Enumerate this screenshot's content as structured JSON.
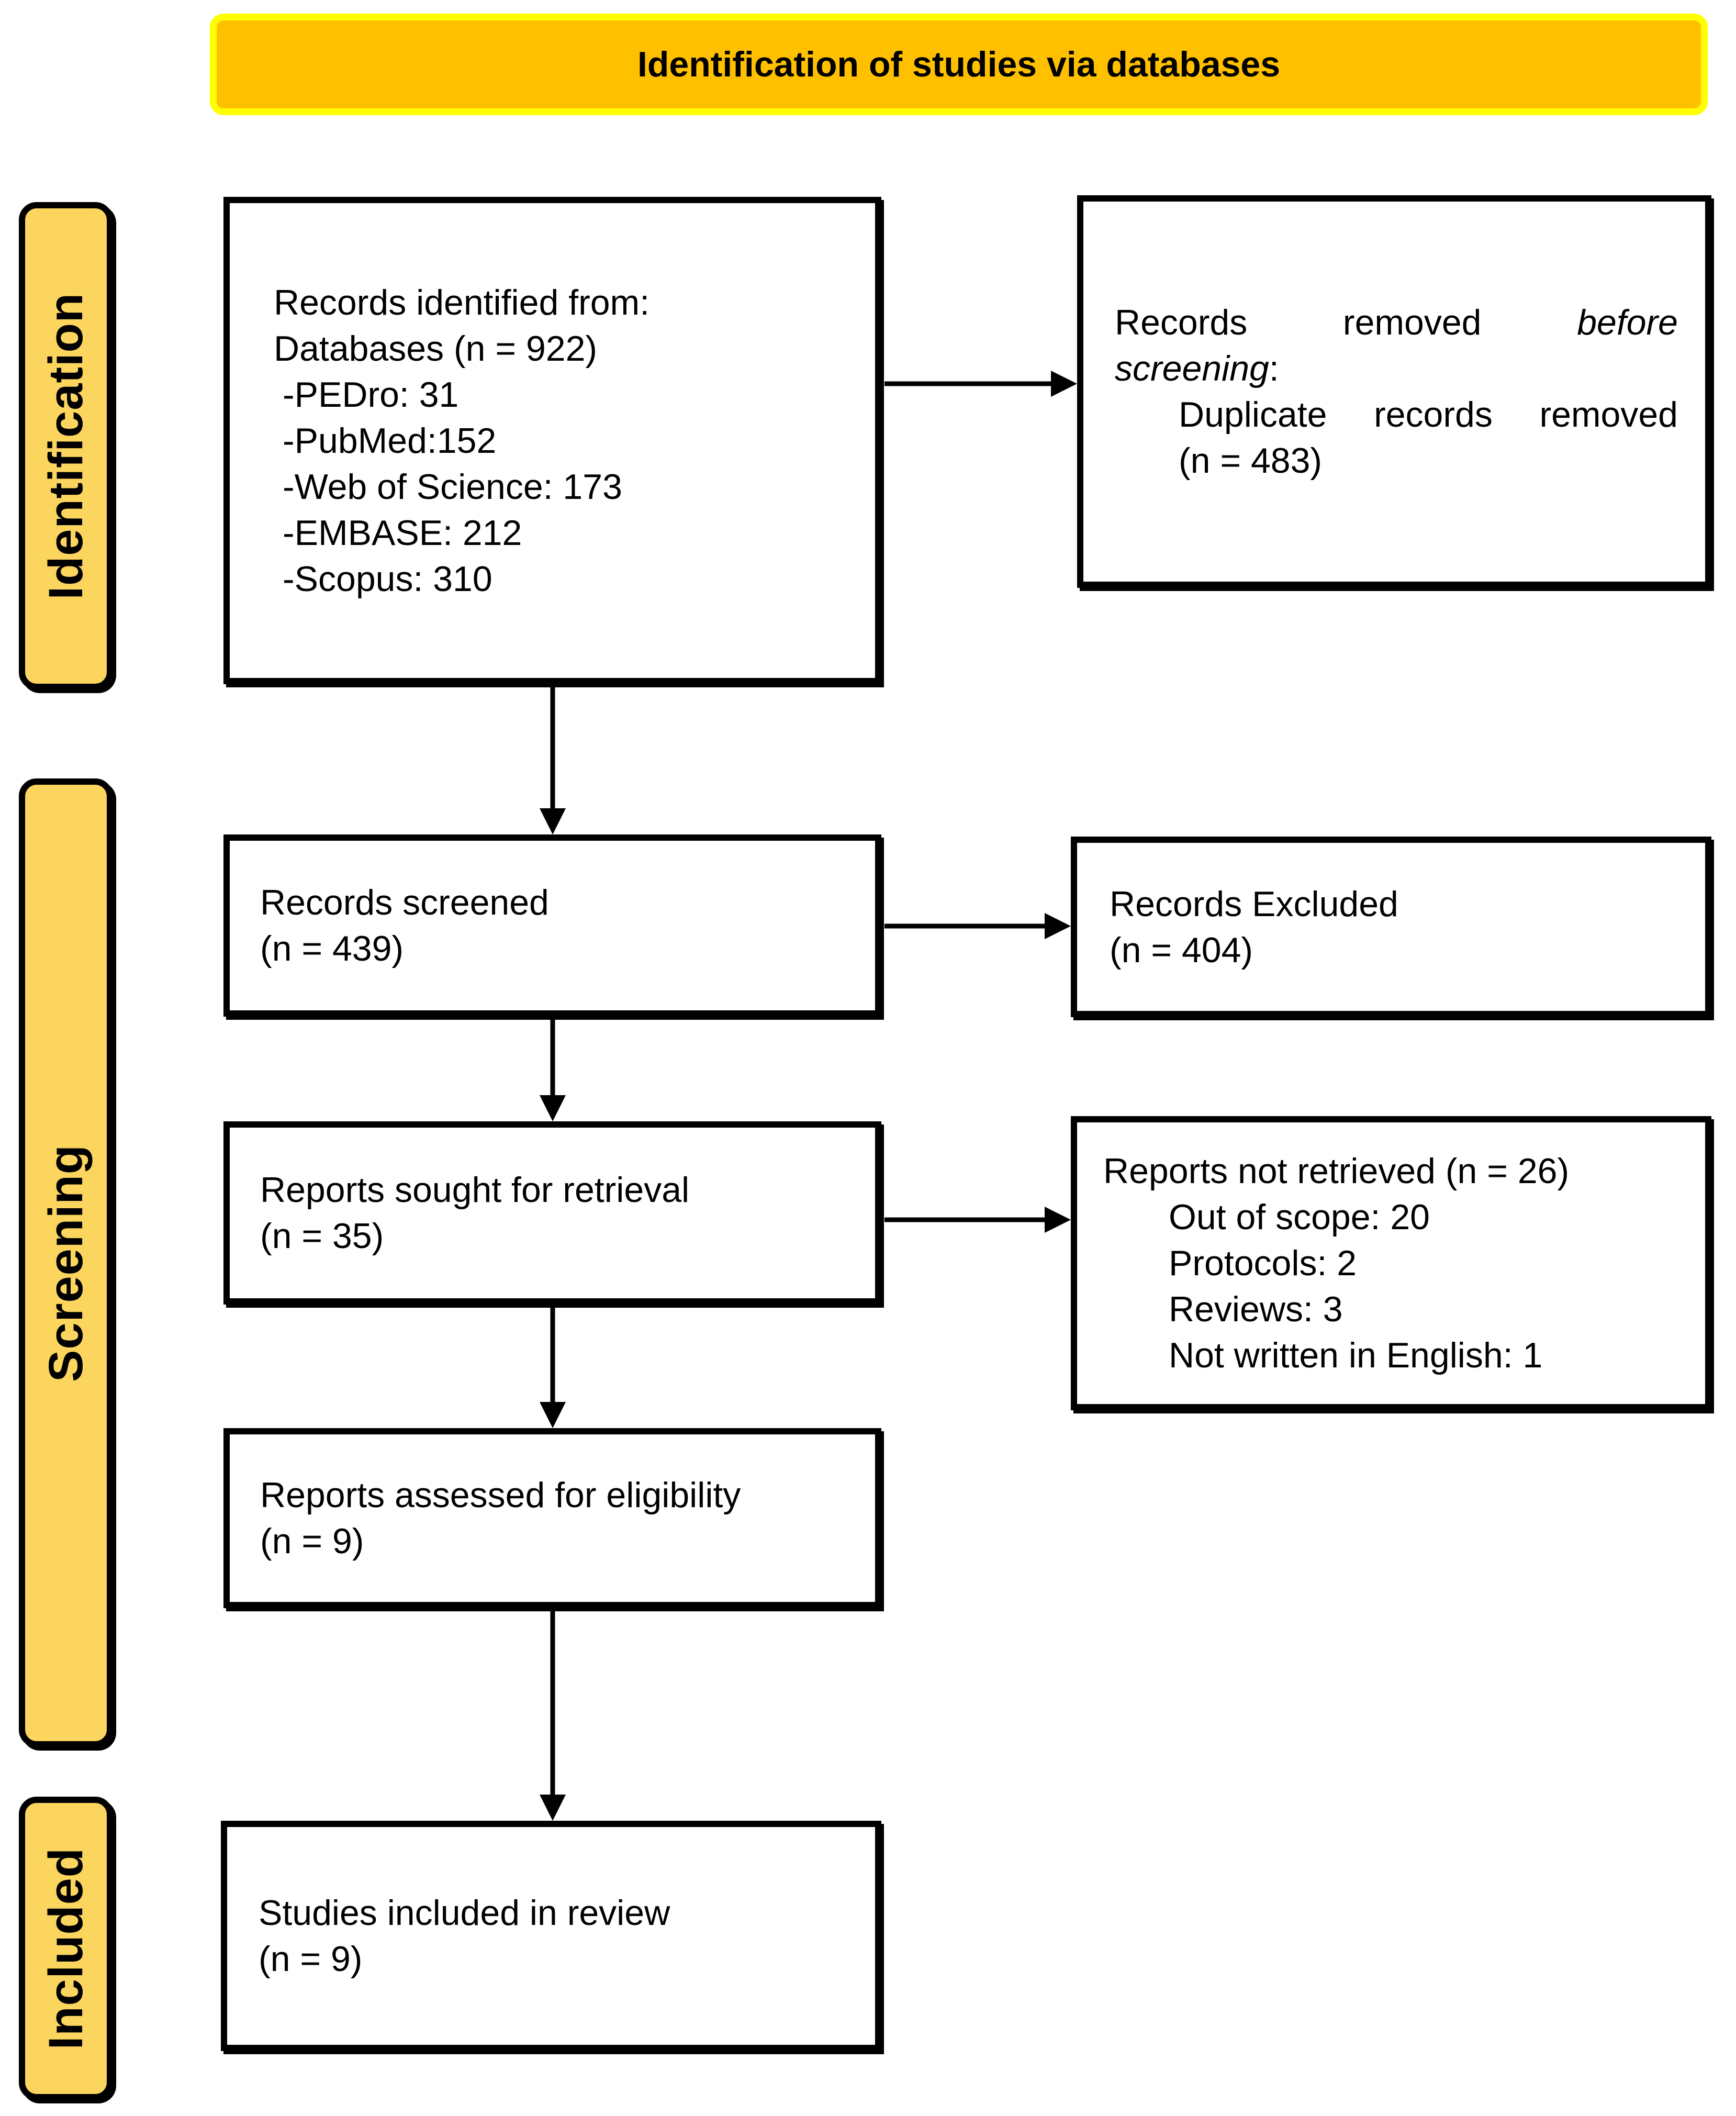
{
  "banner": {
    "title": "Identification of studies via databases"
  },
  "stages": [
    {
      "label": "Identification"
    },
    {
      "label": "Screening"
    },
    {
      "label": "Included"
    }
  ],
  "boxes": {
    "identified": {
      "line1": "Records identified from:",
      "line2": "Databases (n = 922)",
      "items": [
        "-PEDro: 31",
        "-PubMed:152",
        "-Web of Science: 173",
        "-EMBASE: 212",
        "-Scopus: 310"
      ]
    },
    "removed": {
      "justified_words": [
        "Records",
        "removed",
        "before"
      ],
      "italic_word": "screening",
      "colon": ":",
      "dup_words": [
        "Duplicate",
        "records",
        "removed"
      ],
      "count_line": "(n = 483)"
    },
    "screened": {
      "line1": "Records screened",
      "line2": "(n = 439)"
    },
    "excluded": {
      "line1": "Records Excluded",
      "line2": "(n = 404)"
    },
    "sought": {
      "line1": "Reports sought for retrieval",
      "line2": "(n = 35)"
    },
    "not_retrieved": {
      "title": "Reports not retrieved (n = 26)",
      "items": [
        "Out of scope: 20",
        "Protocols: 2",
        "Reviews: 3",
        "Not written in English: 1"
      ]
    },
    "assessed": {
      "line1": "Reports assessed for eligibility",
      "line2": "(n = 9)"
    },
    "included_in_review": {
      "line1": "Studies included in review",
      "line2": "(n = 9)"
    }
  },
  "colors": {
    "banner_fill": "#FFC000",
    "banner_border": "#FFFF00",
    "stage_fill": "#FCD55F",
    "stage_border": "#000000",
    "box_border": "#000000",
    "arrow": "#000000",
    "text": "#000000"
  }
}
